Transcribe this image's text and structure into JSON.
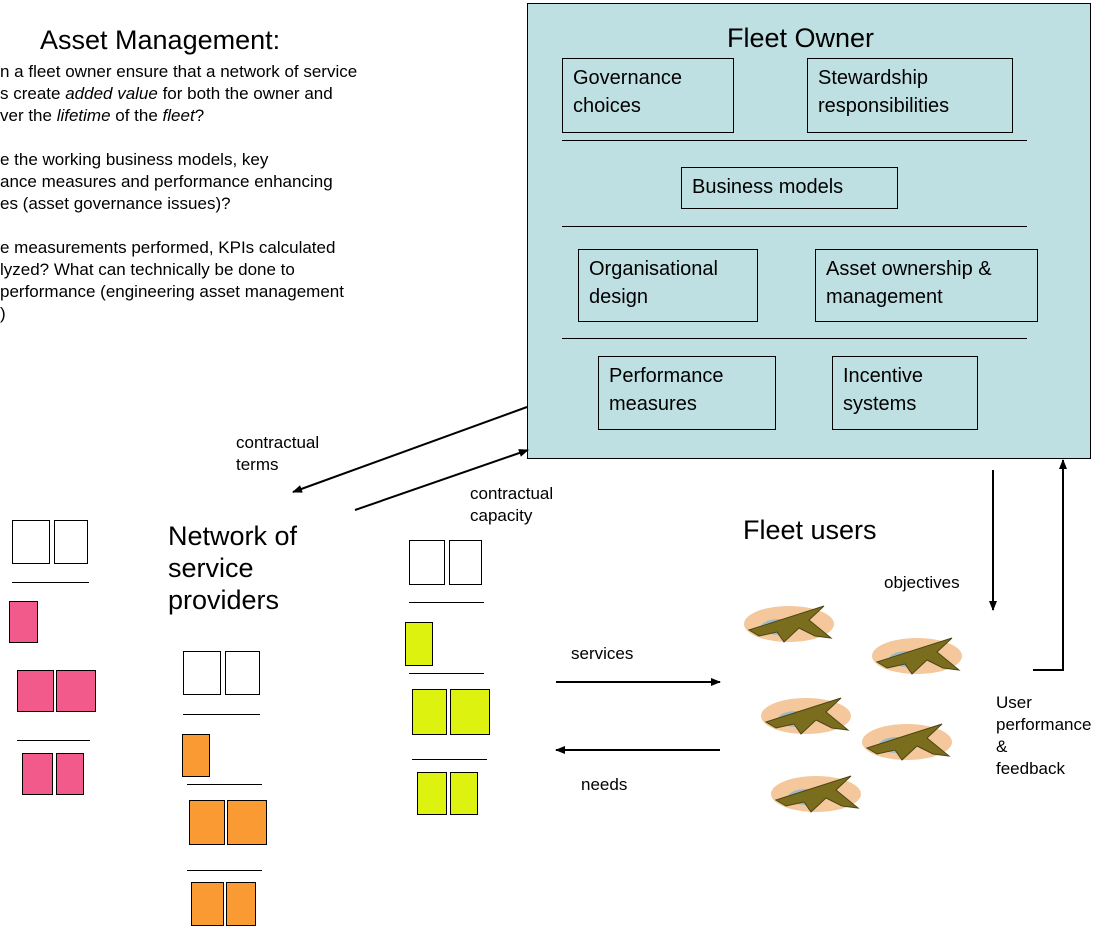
{
  "intro": {
    "title": "Asset Management:",
    "lines": [
      {
        "text": "n a fleet owner ensure that a network of service"
      },
      {
        "pre": "s create ",
        "em": "added value",
        "post": " for both the owner and"
      },
      {
        "pre": "ver the ",
        "em": "lifetime",
        "post": " of the ",
        "em2": "fleet",
        "post2": "?"
      },
      {
        "text": ""
      },
      {
        "text": "e the working business models, key"
      },
      {
        "text": "ance measures and performance enhancing"
      },
      {
        "text": "es (asset governance issues)?"
      },
      {
        "text": ""
      },
      {
        "text": "e measurements performed, KPIs calculated"
      },
      {
        "text": "lyzed? What can technically be done to"
      },
      {
        "text": " performance (engineering asset management"
      },
      {
        "text": ")"
      }
    ]
  },
  "owner": {
    "title": "Fleet Owner",
    "boxes": {
      "governance": [
        "Governance",
        "choices"
      ],
      "stewardship": [
        "Stewardship",
        "responsibilities"
      ],
      "business": [
        "Business models"
      ],
      "organisational": [
        "Organisational",
        "design"
      ],
      "asset": [
        "Asset ownership &",
        "management"
      ],
      "performance": [
        "Performance",
        "measures"
      ],
      "incentive": [
        "Incentive",
        "systems"
      ]
    }
  },
  "labels": {
    "contractual_terms": [
      "contractual",
      "terms"
    ],
    "contractual_capacity": [
      "contractual",
      "capacity"
    ],
    "network": [
      "Network of",
      "service",
      "providers"
    ],
    "fleet_users": "Fleet users",
    "objectives": "objectives",
    "services": "services",
    "needs": "needs",
    "user_feedback": [
      "User",
      "performance",
      "&",
      "feedback"
    ]
  },
  "colors": {
    "owner_bg": "#bfe0e3",
    "pink": "#f25a8c",
    "orange": "#fa9a33",
    "yellow": "#ddf20f"
  },
  "icons": [
    "aircraft-icon"
  ]
}
